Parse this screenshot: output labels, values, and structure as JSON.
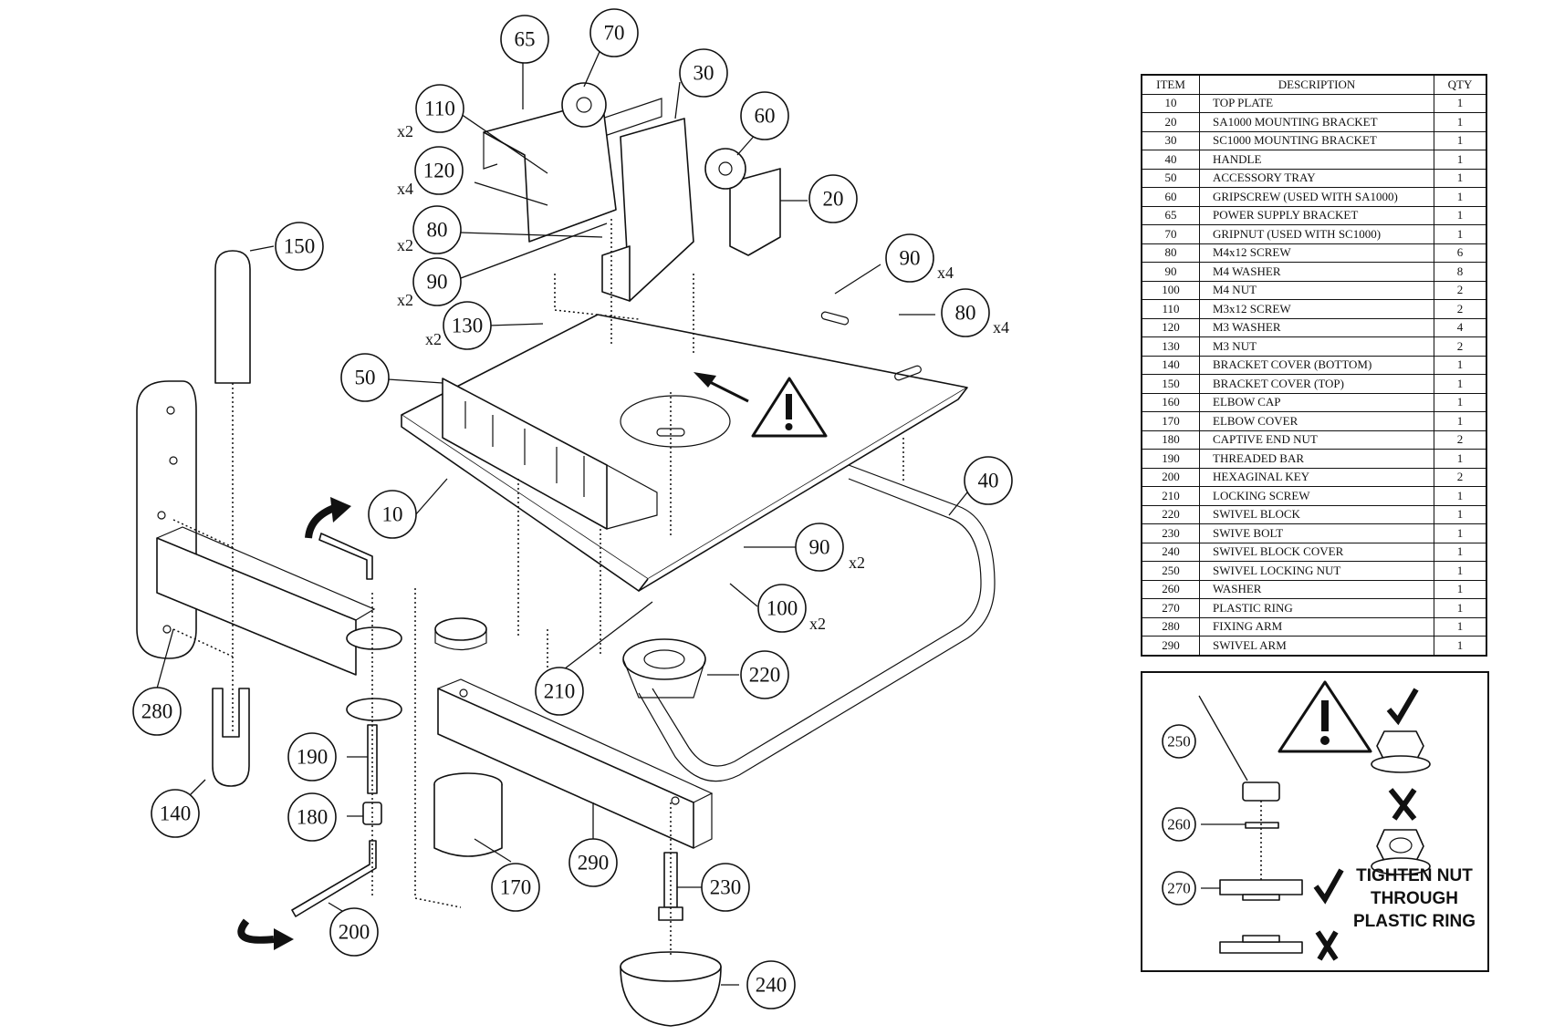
{
  "callouts": [
    {
      "id": "c65",
      "label": "65"
    },
    {
      "id": "c70",
      "label": "70"
    },
    {
      "id": "c30",
      "label": "30"
    },
    {
      "id": "c60",
      "label": "60"
    },
    {
      "id": "c110",
      "label": "110"
    },
    {
      "id": "c120",
      "label": "120"
    },
    {
      "id": "c20",
      "label": "20"
    },
    {
      "id": "c80a",
      "label": "80"
    },
    {
      "id": "c90a",
      "label": "90"
    },
    {
      "id": "c90b",
      "label": "90"
    },
    {
      "id": "c80b",
      "label": "80"
    },
    {
      "id": "c150",
      "label": "150"
    },
    {
      "id": "c130",
      "label": "130"
    },
    {
      "id": "c50",
      "label": "50"
    },
    {
      "id": "c10",
      "label": "10"
    },
    {
      "id": "c40",
      "label": "40"
    },
    {
      "id": "c90c",
      "label": "90"
    },
    {
      "id": "c100",
      "label": "100"
    },
    {
      "id": "c280",
      "label": "280"
    },
    {
      "id": "c210",
      "label": "210"
    },
    {
      "id": "c220",
      "label": "220"
    },
    {
      "id": "c190",
      "label": "190"
    },
    {
      "id": "c140",
      "label": "140"
    },
    {
      "id": "c180",
      "label": "180"
    },
    {
      "id": "c290",
      "label": "290"
    },
    {
      "id": "c170",
      "label": "170"
    },
    {
      "id": "c230",
      "label": "230"
    },
    {
      "id": "c200",
      "label": "200"
    },
    {
      "id": "c240",
      "label": "240"
    },
    {
      "id": "n250",
      "label": "250"
    },
    {
      "id": "n260",
      "label": "260"
    },
    {
      "id": "n270",
      "label": "270"
    }
  ],
  "quantity_marks": [
    {
      "id": "q110",
      "text": "x2"
    },
    {
      "id": "q120",
      "text": "x4"
    },
    {
      "id": "q80a",
      "text": "x2"
    },
    {
      "id": "q90a",
      "text": "x2"
    },
    {
      "id": "q90b",
      "text": "x4"
    },
    {
      "id": "q80b",
      "text": "x4"
    },
    {
      "id": "q130",
      "text": "x2"
    },
    {
      "id": "q90c",
      "text": "x2"
    },
    {
      "id": "q100",
      "text": "x2"
    }
  ],
  "bom": {
    "headers": {
      "item": "ITEM",
      "description": "DESCRIPTION",
      "qty": "QTY"
    },
    "rows": [
      {
        "item": "10",
        "description": "TOP PLATE",
        "qty": "1"
      },
      {
        "item": "20",
        "description": "SA1000 MOUNTING BRACKET",
        "qty": "1"
      },
      {
        "item": "30",
        "description": "SC1000 MOUNTING BRACKET",
        "qty": "1"
      },
      {
        "item": "40",
        "description": "HANDLE",
        "qty": "1"
      },
      {
        "item": "50",
        "description": "ACCESSORY TRAY",
        "qty": "1"
      },
      {
        "item": "60",
        "description": "GRIPSCREW (USED WITH SA1000)",
        "qty": "1"
      },
      {
        "item": "65",
        "description": "POWER SUPPLY BRACKET",
        "qty": "1"
      },
      {
        "item": "70",
        "description": "GRIPNUT (USED WITH SC1000)",
        "qty": "1"
      },
      {
        "item": "80",
        "description": "M4x12 SCREW",
        "qty": "6"
      },
      {
        "item": "90",
        "description": "M4 WASHER",
        "qty": "8"
      },
      {
        "item": "100",
        "description": "M4 NUT",
        "qty": "2"
      },
      {
        "item": "110",
        "description": "M3x12 SCREW",
        "qty": "2"
      },
      {
        "item": "120",
        "description": "M3 WASHER",
        "qty": "4"
      },
      {
        "item": "130",
        "description": "M3 NUT",
        "qty": "2"
      },
      {
        "item": "140",
        "description": "BRACKET COVER (BOTTOM)",
        "qty": "1"
      },
      {
        "item": "150",
        "description": "BRACKET COVER (TOP)",
        "qty": "1"
      },
      {
        "item": "160",
        "description": "ELBOW CAP",
        "qty": "1"
      },
      {
        "item": "170",
        "description": "ELBOW COVER",
        "qty": "1"
      },
      {
        "item": "180",
        "description": "CAPTIVE END NUT",
        "qty": "2"
      },
      {
        "item": "190",
        "description": "THREADED BAR",
        "qty": "1"
      },
      {
        "item": "200",
        "description": "HEXAGINAL KEY",
        "qty": "2"
      },
      {
        "item": "210",
        "description": "LOCKING SCREW",
        "qty": "1"
      },
      {
        "item": "220",
        "description": "SWIVEL BLOCK",
        "qty": "1"
      },
      {
        "item": "230",
        "description": "SWIVE BOLT",
        "qty": "1"
      },
      {
        "item": "240",
        "description": "SWIVEL BLOCK COVER",
        "qty": "1"
      },
      {
        "item": "250",
        "description": "SWIVEL LOCKING NUT",
        "qty": "1"
      },
      {
        "item": "260",
        "description": "WASHER",
        "qty": "1"
      },
      {
        "item": "270",
        "description": "PLASTIC RING",
        "qty": "1"
      },
      {
        "item": "280",
        "description": "FIXING ARM",
        "qty": "1"
      },
      {
        "item": "290",
        "description": "SWIVEL ARM",
        "qty": "1"
      }
    ]
  },
  "note": {
    "line1": "TIGHTEN NUT",
    "line2": "THROUGH",
    "line3": "PLASTIC RING"
  },
  "icons": [
    "warning-icon",
    "checkmark-icon",
    "cross-icon",
    "rotate-arrow-icon",
    "hex-key-icon"
  ]
}
